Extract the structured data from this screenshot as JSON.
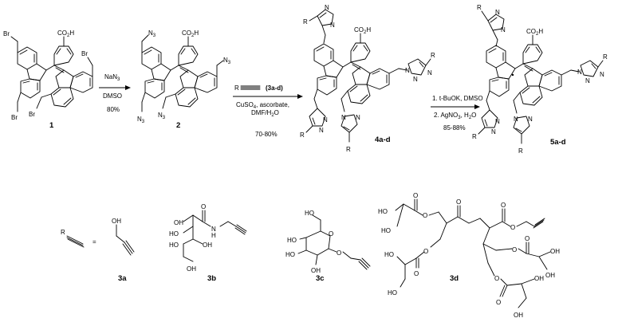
{
  "compounds": {
    "c1": "1",
    "c2": "2",
    "c4": "4a-d",
    "c5": "5a-d",
    "c3a": "3a",
    "c3b": "3b",
    "c3c": "3c",
    "c3d": "3d"
  },
  "step1": {
    "reagent": "NaN",
    "reagent_sub": "3",
    "solvent": "DMSO",
    "yield": "80%"
  },
  "step2": {
    "r": "R",
    "alkyne": "(3a-d)",
    "line1_a": "CuSO",
    "line1_sub": "4",
    "line1_b": ", ascorbate,",
    "line2": "DMF/H",
    "line2_sub": "2",
    "line2_b": "O",
    "yield": "70-80%"
  },
  "step3": {
    "line1": "1. t-BuOK, DMSO",
    "line2_a": "2. AgNO",
    "line2_sub": "3",
    "line2_b": ", H",
    "line2_sub2": "2",
    "line2_c": "O",
    "yield": "85-88%"
  },
  "legend": {
    "r": "R",
    "equals": "="
  },
  "atoms": {
    "br": "Br",
    "co2h": "CO",
    "co2h_sub": "2",
    "co2h_end": "H",
    "n3": "N",
    "n3_sub": "3",
    "n": "N",
    "r": "R",
    "oh": "OH",
    "ho": "HO",
    "o": "O",
    "h": "H"
  }
}
